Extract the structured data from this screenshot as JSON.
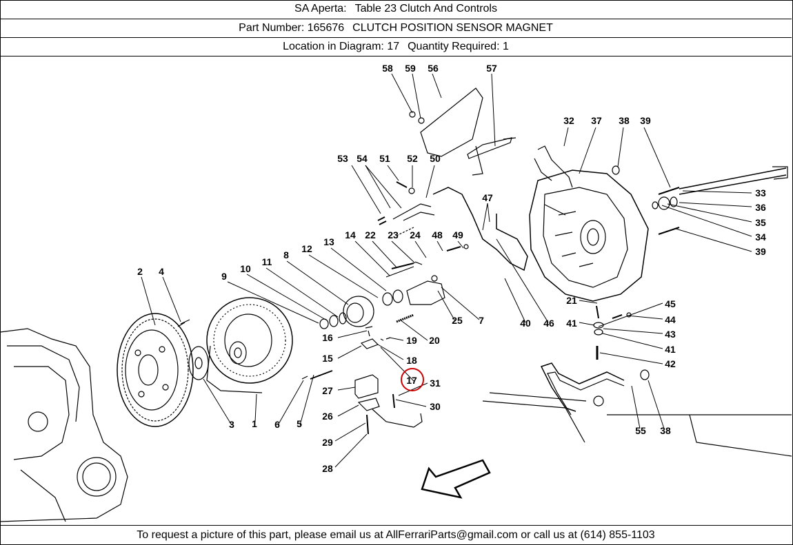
{
  "header": {
    "line1": {
      "prefix": "SA Aperta:",
      "table": "Table 23 Clutch And Controls"
    },
    "line2": {
      "label": "Part Number:",
      "number": "165676",
      "description": "CLUTCH POSITION SENSOR MAGNET"
    },
    "line3": {
      "location_label": "Location in Diagram:",
      "location": "17",
      "quantity_label": "Quantity Required:",
      "quantity": "1"
    }
  },
  "diagram": {
    "highlighted_callout": "17",
    "highlight_color": "#cc0000",
    "callouts": [
      "58",
      "59",
      "56",
      "57",
      "32",
      "37",
      "38",
      "39",
      "33",
      "36",
      "35",
      "34",
      "39",
      "53",
      "54",
      "51",
      "52",
      "50",
      "47",
      "14",
      "22",
      "23",
      "24",
      "48",
      "49",
      "13",
      "12",
      "8",
      "11",
      "10",
      "9",
      "2",
      "4",
      "21",
      "45",
      "41",
      "44",
      "43",
      "41",
      "42",
      "16",
      "19",
      "20",
      "25",
      "7",
      "40",
      "46",
      "15",
      "18",
      "17",
      "31",
      "27",
      "30",
      "26",
      "29",
      "28",
      "3",
      "1",
      "6",
      "5",
      "55",
      "38"
    ]
  },
  "footer": {
    "text": "To request a picture of this part, please email us at AllFerrariParts@gmail.com or call us at (614) 855-1103"
  }
}
